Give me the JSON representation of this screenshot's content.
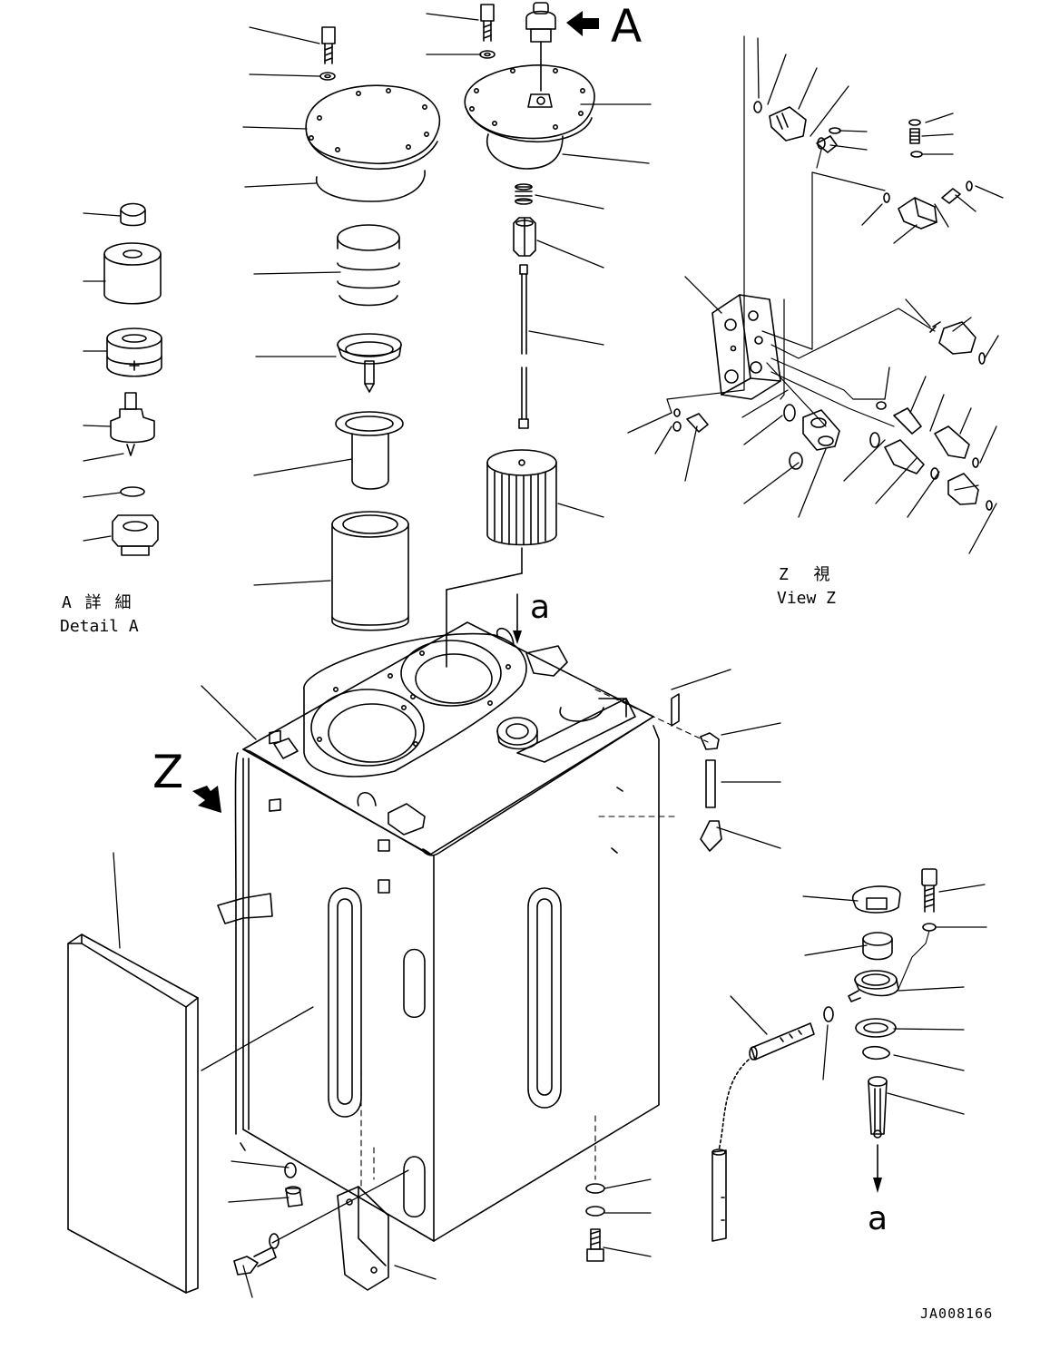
{
  "view_markers": {
    "arrow_a": "A",
    "arrow_z": "Z",
    "section_a_top": "a",
    "section_a_bottom": "a"
  },
  "detail_a": {
    "jp": "A 詳 細",
    "en": "Detail A"
  },
  "view_z": {
    "jp": "Z  視",
    "en": "View Z"
  },
  "drawing_number": "JA008166",
  "colors": {
    "line": "#000000",
    "background": "#ffffff"
  }
}
